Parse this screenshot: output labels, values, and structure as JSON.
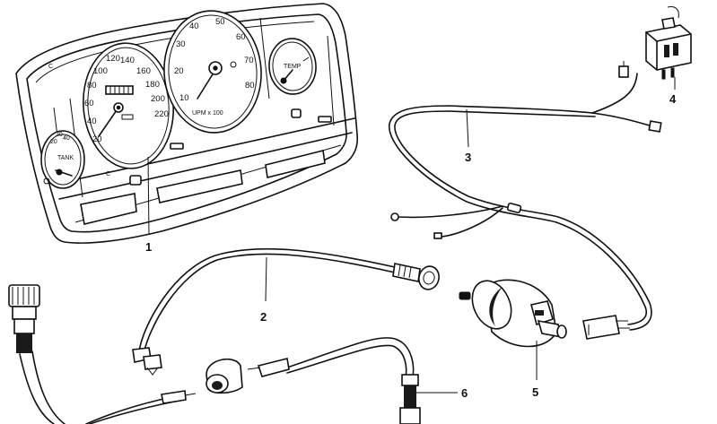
{
  "callouts": {
    "c1": "1",
    "c2": "2",
    "c3": "3",
    "c4": "4",
    "c5": "5",
    "c6": "6"
  },
  "speedometer": {
    "ticks": [
      "20",
      "40",
      "60",
      "80",
      "100",
      "120",
      "140",
      "160",
      "180",
      "200",
      "220"
    ]
  },
  "tachometer": {
    "ticks": [
      "10",
      "20",
      "30",
      "40",
      "50",
      "60",
      "70",
      "80"
    ],
    "unit": "UPM x 100"
  },
  "temp_gauge": {
    "label": "TEMP"
  },
  "fuel_gauge": {
    "ticks": [
      "20",
      "30",
      "40"
    ],
    "label": "TANK"
  }
}
